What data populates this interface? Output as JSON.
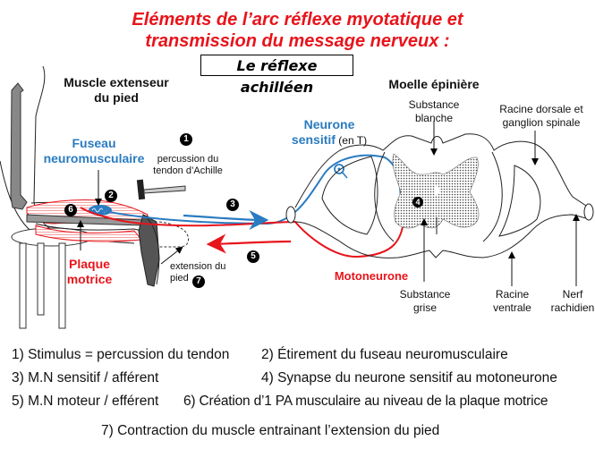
{
  "title": {
    "line1": "Eléments de l’arc réflexe myotatique et",
    "line2": "transmission du message nerveux :"
  },
  "subtitle": "Le réflexe achilléen",
  "labels": {
    "muscle_line1": "Muscle extenseur",
    "muscle_line2": "du pied",
    "fuseau_line1": "Fuseau",
    "fuseau_line2": "neuromusculaire",
    "percussion_line1": "percussion du",
    "percussion_line2": "tendon d’Achille",
    "plaque_line1": "Plaque",
    "plaque_line2": "motrice",
    "extension_line1": "extension du",
    "extension_line2": "pied",
    "moelle": "Moelle épinière",
    "substance_blanche_line1": "Substance",
    "substance_blanche_line2": "blanche",
    "racine_dorsale_line1": "Racine dorsale et",
    "racine_dorsale_line2": "ganglion  spinale",
    "neurone_sensitif_line1": "Neurone",
    "neurone_sensitif_line2": "sensitif",
    "neurone_sensitif_suffix": " (en T)",
    "motoneurone": "Motoneurone",
    "substance_grise_line1": "Substance",
    "substance_grise_line2": "grise",
    "racine_ventrale_line1": "Racine",
    "racine_ventrale_line2": "ventrale",
    "nerf_line1": "Nerf",
    "nerf_line2": "rachidien"
  },
  "step_markers": [
    "1",
    "2",
    "3",
    "4",
    "5",
    "6",
    "7"
  ],
  "legend": {
    "item1": "1) Stimulus = percussion du tendon",
    "item2": "2) Étirement du fuseau neuromusculaire",
    "item3": "3) M.N sensitif / afférent",
    "item4": "4) Synapse du neurone sensitif au motoneurone",
    "item5": "5) M.N moteur / efférent",
    "item6": "6) Création d’1 PA musculaire au niveau de la plaque motrice",
    "item7": "7) Contraction du muscle entrainant l’extension du pied"
  },
  "colors": {
    "title_red": "#e8141b",
    "sensory_blue": "#2a7bc0",
    "motor_red": "#e8141b"
  }
}
